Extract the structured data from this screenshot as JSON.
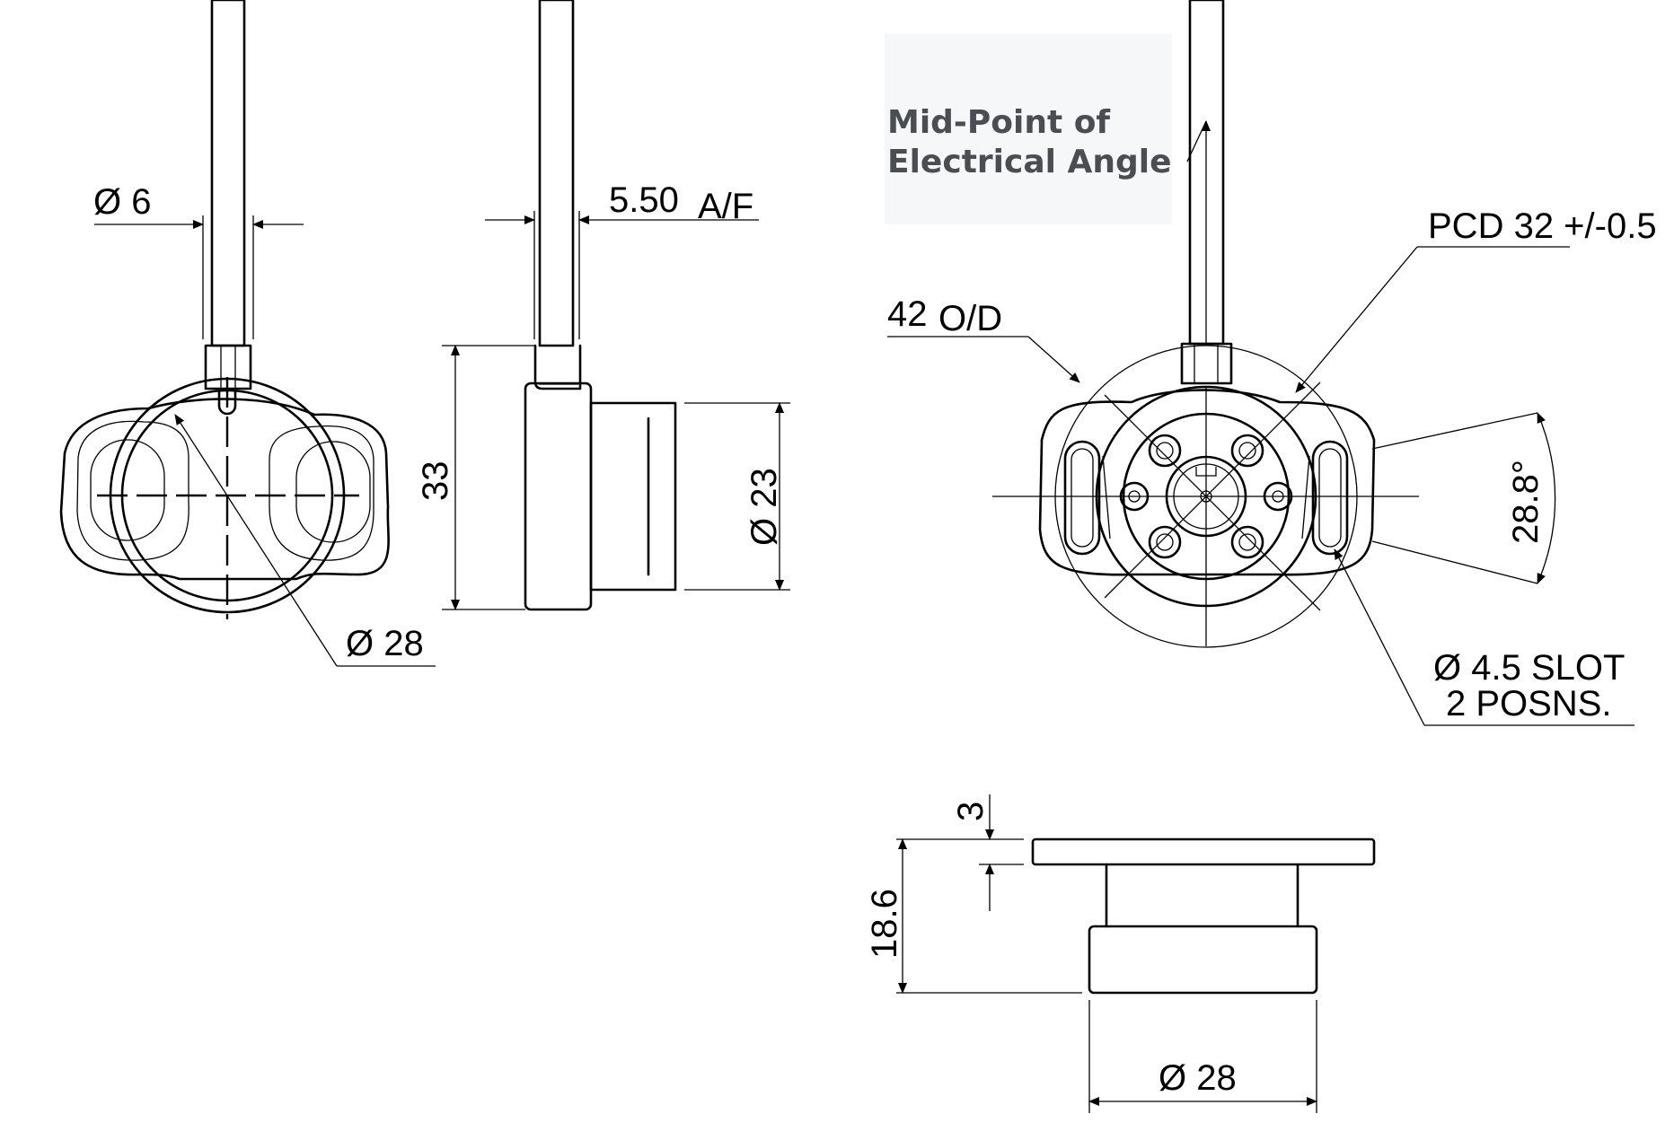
{
  "note": {
    "line1": "Mid-Point of",
    "line2": "Electrical Angle"
  },
  "dims": {
    "shaft_dia": "Ø  6",
    "flat": "5.50",
    "flat_unit": "A/F",
    "height": "33",
    "body_dia_side": "Ø  23",
    "body_dia_front": "Ø  28",
    "pcd": "PCD  32  +/-0.5",
    "outer_dia": "42",
    "outer_dia_unit": "O/D",
    "angle": "28.8°",
    "slot_line1": "Ø  4.5    SLOT",
    "slot_line2": "2 POSNS.",
    "flange_thk": "3",
    "overall_h": "18.6",
    "base_dia": "Ø  28"
  },
  "colors": {
    "line": "#000000",
    "note": "#4a4d52",
    "note_bg": "#f6f7f8"
  }
}
